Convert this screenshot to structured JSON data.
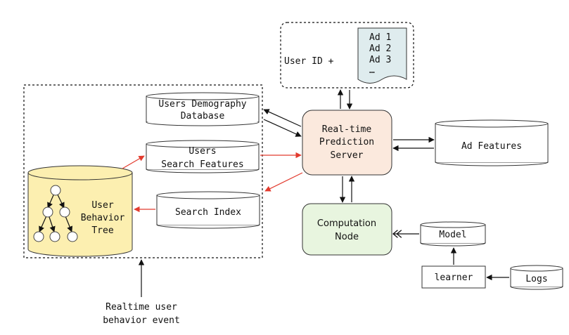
{
  "nodes": {
    "user_id_label": "User ID +",
    "ads": [
      "Ad 1",
      "Ad 2",
      "Ad 3",
      "…"
    ],
    "users_demography": [
      "Users Demography",
      "Database"
    ],
    "users_search_features": [
      "Users",
      "Search Features"
    ],
    "search_index": "Search Index",
    "user_behavior_tree": [
      "User",
      "Behavior",
      "Tree"
    ],
    "prediction_server": [
      "Real-time",
      "Prediction",
      "Server"
    ],
    "ad_features": "Ad Features",
    "computation_node": [
      "Computation",
      "Node"
    ],
    "model": "Model",
    "learner": "learner",
    "logs": "Logs",
    "realtime_event": [
      "Realtime user",
      "behavior event"
    ]
  },
  "colors": {
    "prediction_server_fill": "#fbe9dd",
    "computation_node_fill": "#e8f5df",
    "behavior_tree_fill": "#fcefb0",
    "ad_doc_fill": "#dfecee",
    "red_edge": "#e23b2e"
  }
}
